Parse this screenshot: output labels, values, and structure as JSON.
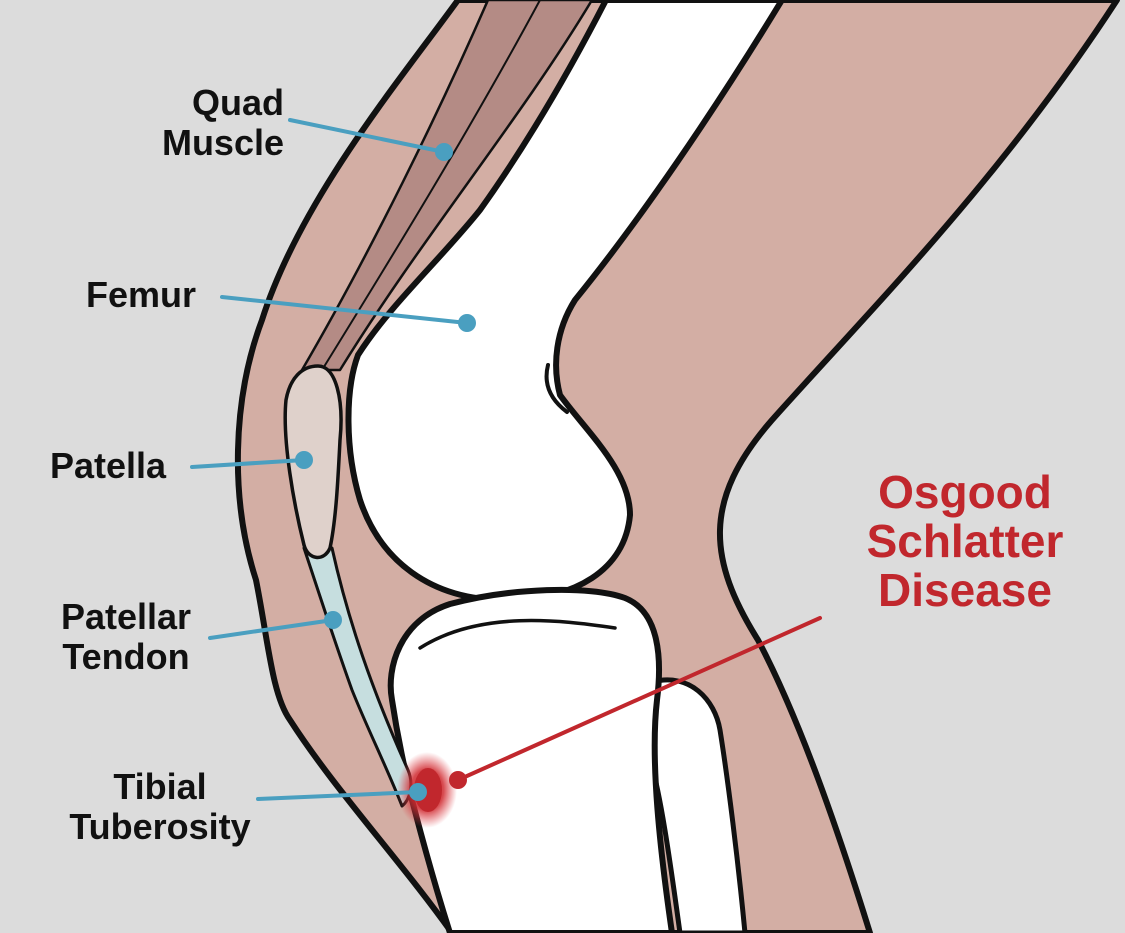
{
  "colors": {
    "background": "#dcdcdc",
    "skin": "#d3aea4",
    "muscle": "#b48b85",
    "bone": "#ffffff",
    "patella": "#dfd1cb",
    "tendon": "#c6dedf",
    "outline": "#111111",
    "leader": "#4a9fc0",
    "disease": "#c1272d"
  },
  "labels": {
    "quad_muscle": "Quad\nMuscle",
    "femur": "Femur",
    "patella": "Patella",
    "patellar_tendon": "Patellar\nTendon",
    "tibial_tuberosity": "Tibial\nTuberosity",
    "disease": "Osgood\nSchlatter\nDisease"
  }
}
